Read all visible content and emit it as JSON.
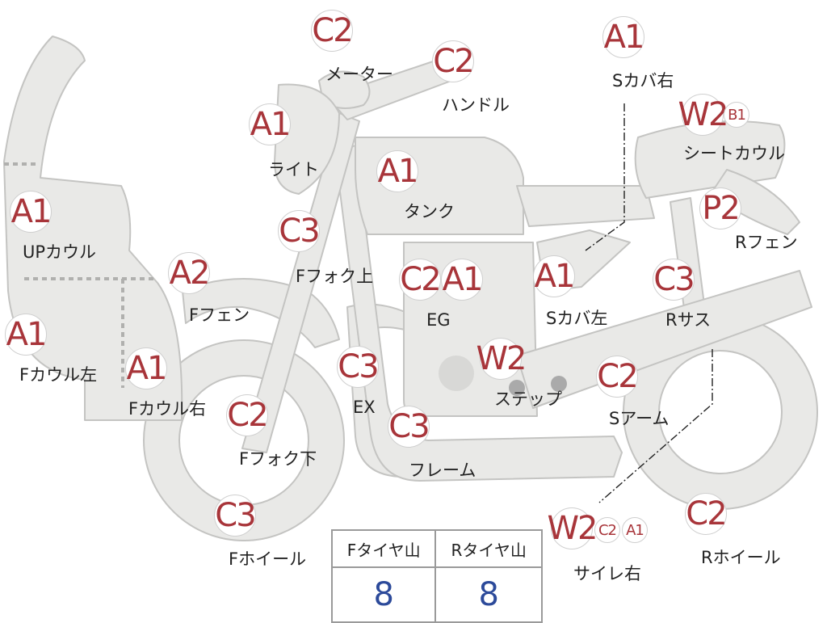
{
  "parts": [
    {
      "name": "up-cowl",
      "label": "UPカウル",
      "grades": [
        {
          "code": "A1",
          "size": "big"
        }
      ]
    },
    {
      "name": "f-cowl-left",
      "label": "Fカウル左",
      "grades": [
        {
          "code": "A1",
          "size": "big"
        }
      ]
    },
    {
      "name": "f-cowl-right",
      "label": "Fカウル右",
      "grades": [
        {
          "code": "A1",
          "size": "big"
        }
      ]
    },
    {
      "name": "f-fender",
      "label": "Fフェン",
      "grades": [
        {
          "code": "A2",
          "size": "big"
        }
      ]
    },
    {
      "name": "light",
      "label": "ライト",
      "grades": [
        {
          "code": "A1",
          "size": "big"
        }
      ]
    },
    {
      "name": "meter",
      "label": "メーター",
      "grades": [
        {
          "code": "C2",
          "size": "big"
        }
      ]
    },
    {
      "name": "handle",
      "label": "ハンドル",
      "grades": [
        {
          "code": "C2",
          "size": "big"
        }
      ]
    },
    {
      "name": "tank",
      "label": "タンク",
      "grades": [
        {
          "code": "A1",
          "size": "big"
        }
      ]
    },
    {
      "name": "f-fork-upper",
      "label": "Fフォク上",
      "grades": [
        {
          "code": "C3",
          "size": "big"
        }
      ]
    },
    {
      "name": "f-fork-lower",
      "label": "Fフォク下",
      "grades": [
        {
          "code": "C2",
          "size": "big"
        }
      ]
    },
    {
      "name": "f-wheel",
      "label": "Fホイール",
      "grades": [
        {
          "code": "C3",
          "size": "big"
        }
      ]
    },
    {
      "name": "engine",
      "label": "EG",
      "grades": [
        {
          "code": "C2",
          "size": "big"
        },
        {
          "code": "A1",
          "size": "big"
        }
      ]
    },
    {
      "name": "exhaust",
      "label": "EX",
      "grades": [
        {
          "code": "C3",
          "size": "big"
        }
      ]
    },
    {
      "name": "frame",
      "label": "フレーム",
      "grades": [
        {
          "code": "C3",
          "size": "big"
        }
      ]
    },
    {
      "name": "step",
      "label": "ステップ",
      "grades": [
        {
          "code": "W2",
          "size": "big"
        }
      ]
    },
    {
      "name": "side-cover-left",
      "label": "Sカバ左",
      "grades": [
        {
          "code": "A1",
          "size": "big"
        }
      ]
    },
    {
      "name": "side-cover-right",
      "label": "Sカバ右",
      "grades": [
        {
          "code": "A1",
          "size": "big"
        }
      ]
    },
    {
      "name": "seat-cowl",
      "label": "シートカウル",
      "grades": [
        {
          "code": "W2",
          "size": "big"
        },
        {
          "code": "B1",
          "size": "small"
        }
      ]
    },
    {
      "name": "r-fender",
      "label": "Rフェン",
      "grades": [
        {
          "code": "P2",
          "size": "big"
        }
      ]
    },
    {
      "name": "r-suspension",
      "label": "Rサス",
      "grades": [
        {
          "code": "C3",
          "size": "big"
        }
      ]
    },
    {
      "name": "swing-arm",
      "label": "Sアーム",
      "grades": [
        {
          "code": "C2",
          "size": "big"
        }
      ]
    },
    {
      "name": "muffler-right",
      "label": "サイレ右",
      "grades": [
        {
          "code": "W2",
          "size": "big"
        },
        {
          "code": "C2",
          "size": "small"
        },
        {
          "code": "A1",
          "size": "small"
        }
      ]
    },
    {
      "name": "r-wheel",
      "label": "Rホイール",
      "grades": [
        {
          "code": "C2",
          "size": "big"
        }
      ]
    }
  ],
  "tires": {
    "front_header": "Fタイヤ山",
    "rear_header": "Rタイヤ山",
    "front_value": "8",
    "rear_value": "8"
  },
  "colors": {
    "part_fill": "#e9e9e7",
    "part_stroke": "#c4c4c2",
    "grade_text": "#a8353a",
    "tire_value": "#2c4a9a"
  }
}
